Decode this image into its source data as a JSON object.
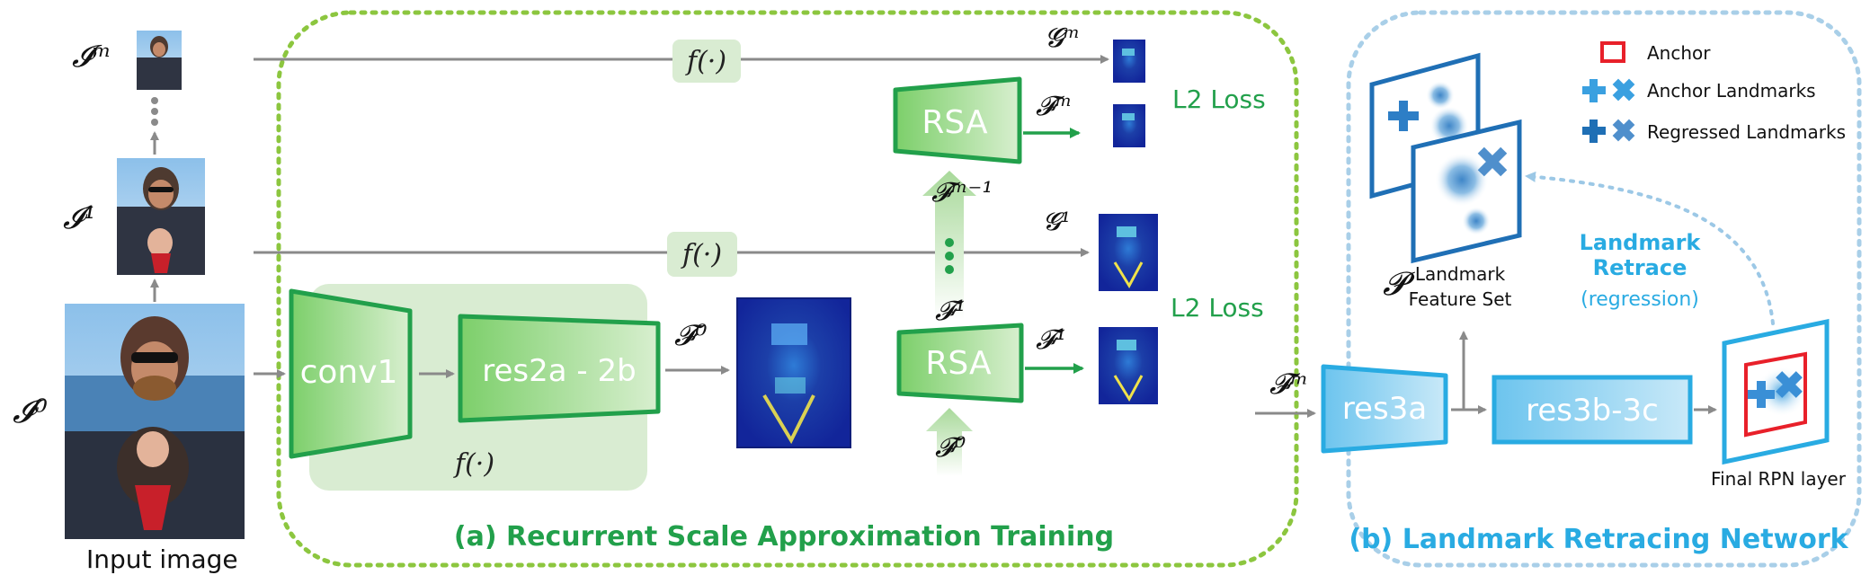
{
  "input": {
    "caption": "Input image",
    "labels": [
      "𝓘⁰",
      "𝓘¹",
      "𝓘ᵐ"
    ]
  },
  "panel_a": {
    "title": "(a) Recurrent Scale Approximation Training",
    "f_label": "f(·)",
    "conv1": "conv1",
    "res2": "res2a - 2b",
    "rsa": "RSA",
    "l2_loss": "L2 Loss",
    "F0": "𝓕⁰",
    "F1": "𝓕¹",
    "Fm": "𝓕ᵐ",
    "Fm1": "𝓕ᵐ⁻¹",
    "G1": "𝓖¹",
    "Gm": "𝓖ᵐ"
  },
  "panel_b": {
    "title": "(b) Landmark Retracing Network",
    "Fm": "𝓕ᵐ",
    "res3a": "res3a",
    "res3bc": "res3b-3c",
    "P": "𝓟",
    "feature_set_line1": "Landmark",
    "feature_set_line2": "Feature Set",
    "retrace_line1": "Landmark",
    "retrace_line2": "Retrace",
    "retrace_sub": "(regression)",
    "final_rpn": "Final RPN layer",
    "legend": {
      "anchor": "Anchor",
      "anchor_landmarks": "Anchor Landmarks",
      "regressed_landmarks": "Regressed Landmarks"
    }
  },
  "colors": {
    "green": "#22a04b",
    "green_light": "#d9ecd2",
    "green_border": "#8cc63f",
    "blue": "#29abe2",
    "blue_light": "#9fd8f2",
    "blue_dashed": "#a9cfe8",
    "arrow_gray": "#8a8a8a",
    "anchor_red": "#e8202a"
  }
}
